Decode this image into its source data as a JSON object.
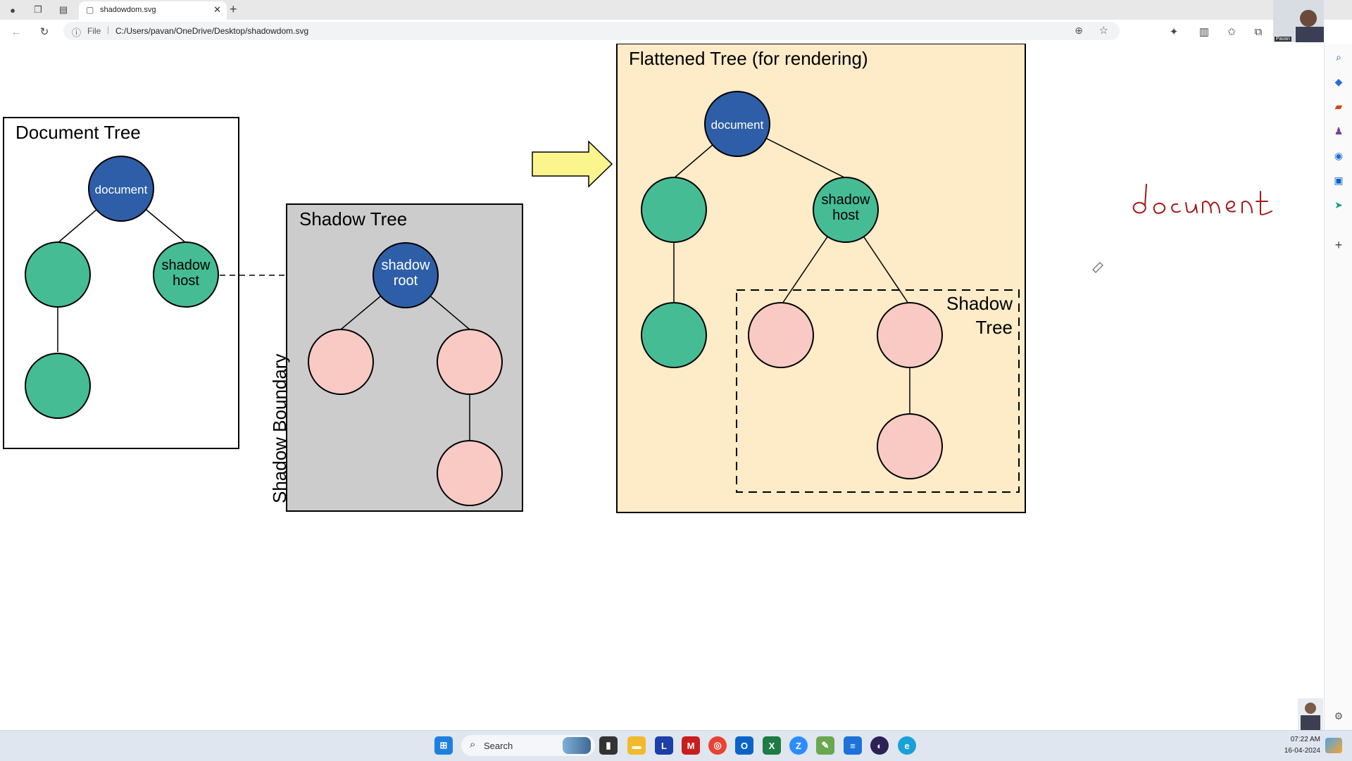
{
  "browser": {
    "tab_title": "shadowdom.svg",
    "address_scheme": "File",
    "address_url": "C:/Users/pavan/OneDrive/Desktop/shadowdom.svg",
    "webcam_label": "Pavan"
  },
  "diagram": {
    "document_tree": {
      "title": "Document Tree",
      "document_label": "document",
      "shadow_host_label": "shadow host"
    },
    "shadow_tree": {
      "title": "Shadow Tree",
      "boundary_label": "Shadow Boundary",
      "shadow_root_label": "shadow root"
    },
    "flattened_tree": {
      "title": "Flattened Tree (for rendering)",
      "document_label": "document",
      "shadow_host_label": "shadow host",
      "shadow_tree_label": "Shadow Tree"
    },
    "handwritten_note": "document",
    "colors": {
      "document_node": "#2e5ea7",
      "light_node": "#46bc94",
      "shadow_node": "#f9c9c4",
      "shadow_panel": "#cccccc",
      "flattened_panel": "#feebc8",
      "arrow": "#fcf58d",
      "ink": "#a31919"
    }
  },
  "taskbar": {
    "search_placeholder": "Search",
    "time": "07:22 AM",
    "date": "16-04-2024"
  }
}
